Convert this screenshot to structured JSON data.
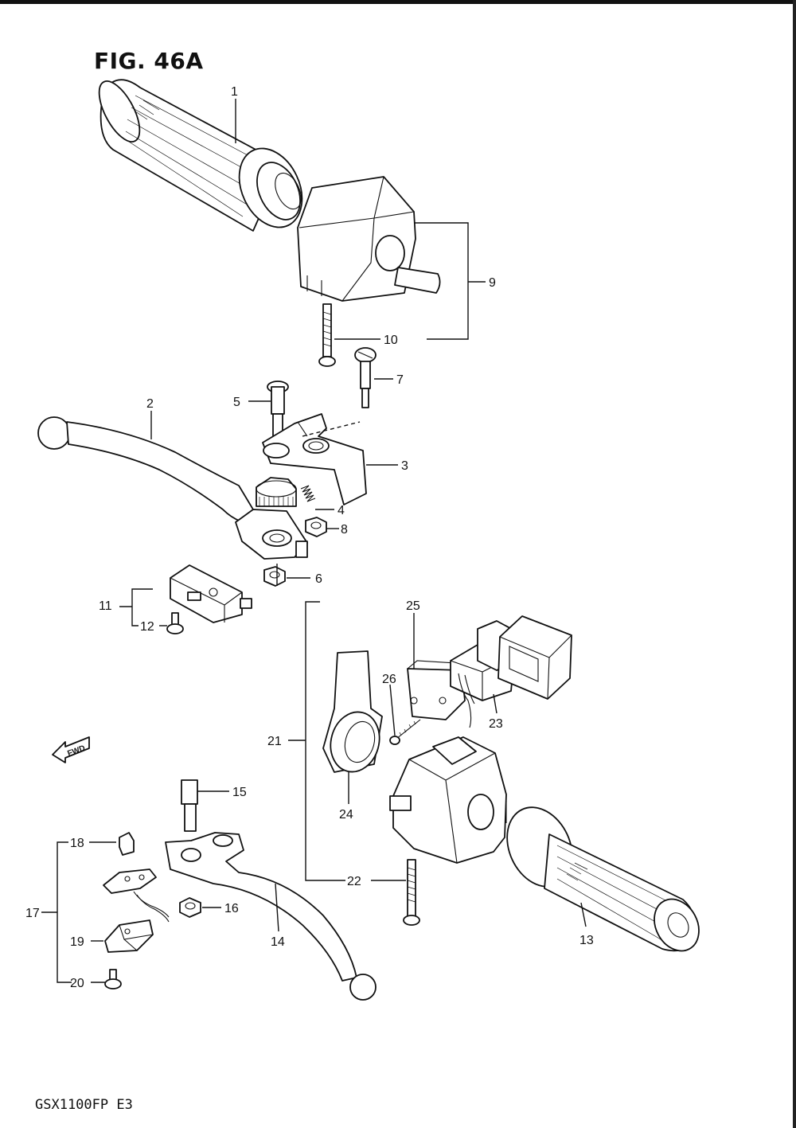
{
  "figure": {
    "title": "FIG. 46A",
    "model_code": "GSX1100FP  E3",
    "fwd_label": "FWD"
  },
  "callouts": [
    {
      "n": "1"
    },
    {
      "n": "2"
    },
    {
      "n": "3"
    },
    {
      "n": "4"
    },
    {
      "n": "5"
    },
    {
      "n": "6"
    },
    {
      "n": "7"
    },
    {
      "n": "8"
    },
    {
      "n": "9"
    },
    {
      "n": "10"
    },
    {
      "n": "11"
    },
    {
      "n": "12"
    },
    {
      "n": "13"
    },
    {
      "n": "14"
    },
    {
      "n": "15"
    },
    {
      "n": "16"
    },
    {
      "n": "17"
    },
    {
      "n": "18"
    },
    {
      "n": "19"
    },
    {
      "n": "20"
    },
    {
      "n": "21"
    },
    {
      "n": "22"
    },
    {
      "n": "23"
    },
    {
      "n": "24"
    },
    {
      "n": "25"
    },
    {
      "n": "26"
    }
  ]
}
